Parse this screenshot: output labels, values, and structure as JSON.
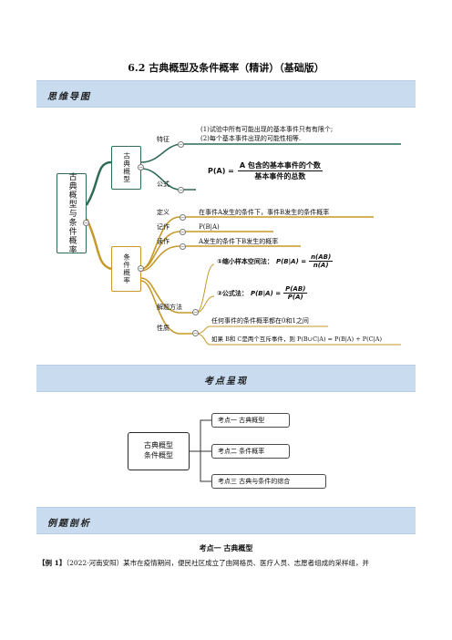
{
  "title": "6.2  古典概型及条件概率（精讲）（基础版）",
  "banners": {
    "mindmap": "思维导图",
    "keypoints": "考点呈现",
    "examples": "例题剖析"
  },
  "mindmap": {
    "root": "古典概型与条件概率",
    "classic": {
      "label": "古典概型",
      "feature_label": "特征",
      "feature_1": "(1)试验中所有可能出现的基本事件只有有限个;",
      "feature_2": "(2)每个基本事件出现的可能性相等.",
      "formula_label": "公式",
      "formula_lhs": "P(A) =",
      "formula_num": "A 包含的基本事件的个数",
      "formula_den": "基本事件的总数"
    },
    "conditional": {
      "label": "条件概率",
      "def_label": "定义",
      "def_text": "在事件A发生的条件下，事件B发生的条件概率",
      "notation_label": "记作",
      "notation_text": "P(B|A)",
      "read_label": "读作",
      "read_text": "A发生的条件下B发生的概率",
      "method_label": "解题方法",
      "method_1_prefix": "①缩小样本空间法：",
      "method_1_lhs": "P(B|A) =",
      "method_1_num": "n(AB)",
      "method_1_den": "n(A)",
      "method_2_prefix": "②公式法：",
      "method_2_lhs": "P(B|A) =",
      "method_2_num": "P(AB)",
      "method_2_den": "P(A)",
      "prop_label": "性质",
      "prop_1": "任何事件的条件概率都在0和1之间",
      "prop_2": "如果 B和 C是两个互斥事件，则 P(B∪C|A) = P(B|A) + P(C|A)"
    }
  },
  "keypoints": {
    "center": [
      "古典概型",
      "条件概型"
    ],
    "items": [
      "考点一  古典概型",
      "考点二  条件概率",
      "考点三  古典与条件的综合"
    ]
  },
  "section": {
    "heading": "考点一  古典概型",
    "example_tag": "【例 1】",
    "example_text": "（2022·河南安阳）某市在疫情期间，便民社区成立了由网格员、医疗人员、志愿者组成的采样组，并"
  }
}
